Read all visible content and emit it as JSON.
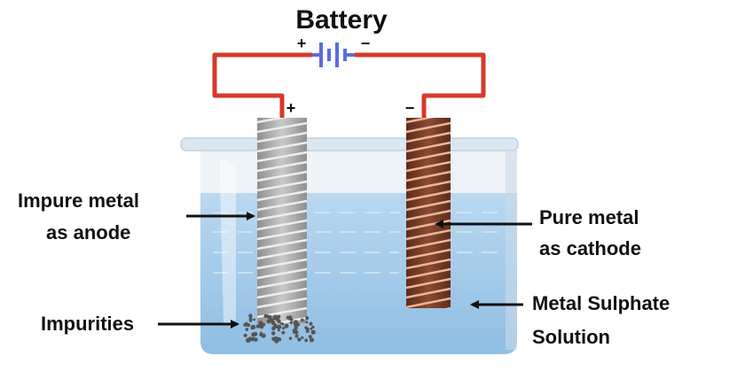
{
  "diagram": {
    "title": "Battery",
    "battery_plus": "+",
    "battery_minus": "−",
    "anode_plus": "+",
    "cathode_minus": "−",
    "labels": {
      "anode_line1": "Impure metal",
      "anode_line2": "as anode",
      "cathode_line1": "Pure metal",
      "cathode_line2": "as cathode",
      "impurities": "Impurities",
      "solution_line1": "Metal Sulphate",
      "solution_line2": "Solution"
    },
    "colors": {
      "wire": "#d63a2a",
      "battery_plate": "#5a6de0",
      "solution": "#a9cdea",
      "beaker_glass": "#e6edf3",
      "anode": "#a9a9a9",
      "cathode": "#7a3e2a",
      "impurity_dots": "#555555"
    }
  }
}
